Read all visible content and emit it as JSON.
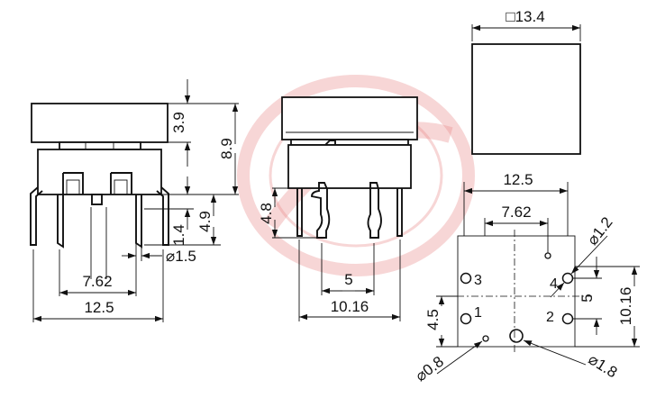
{
  "front_view": {
    "dims": {
      "cap_height": "3.9",
      "total_height": "8.9",
      "pin_offset": "1.4",
      "pin_length": "4.9",
      "pin_diameter": "⌀1.5",
      "pin_spacing": "7.62",
      "body_width": "12.5"
    }
  },
  "side_view": {
    "dims": {
      "lead_height": "4.8",
      "lead_spacing": "5",
      "pin_spacing": "10.16"
    }
  },
  "top_view": {
    "dims": {
      "cap_size": "□13.4"
    }
  },
  "footprint": {
    "dims": {
      "width": "12.5",
      "pin_spacing": "7.62",
      "hole_large": "⌀1.2",
      "row_spacing": "5",
      "height": "10.16",
      "offset": "4.5",
      "hole_small": "⌀0.8",
      "center_hole": "⌀1.8"
    },
    "pins": [
      "3",
      "4",
      "1",
      "2"
    ]
  },
  "colors": {
    "line": "#111111",
    "watermark": "#e88a8a"
  }
}
